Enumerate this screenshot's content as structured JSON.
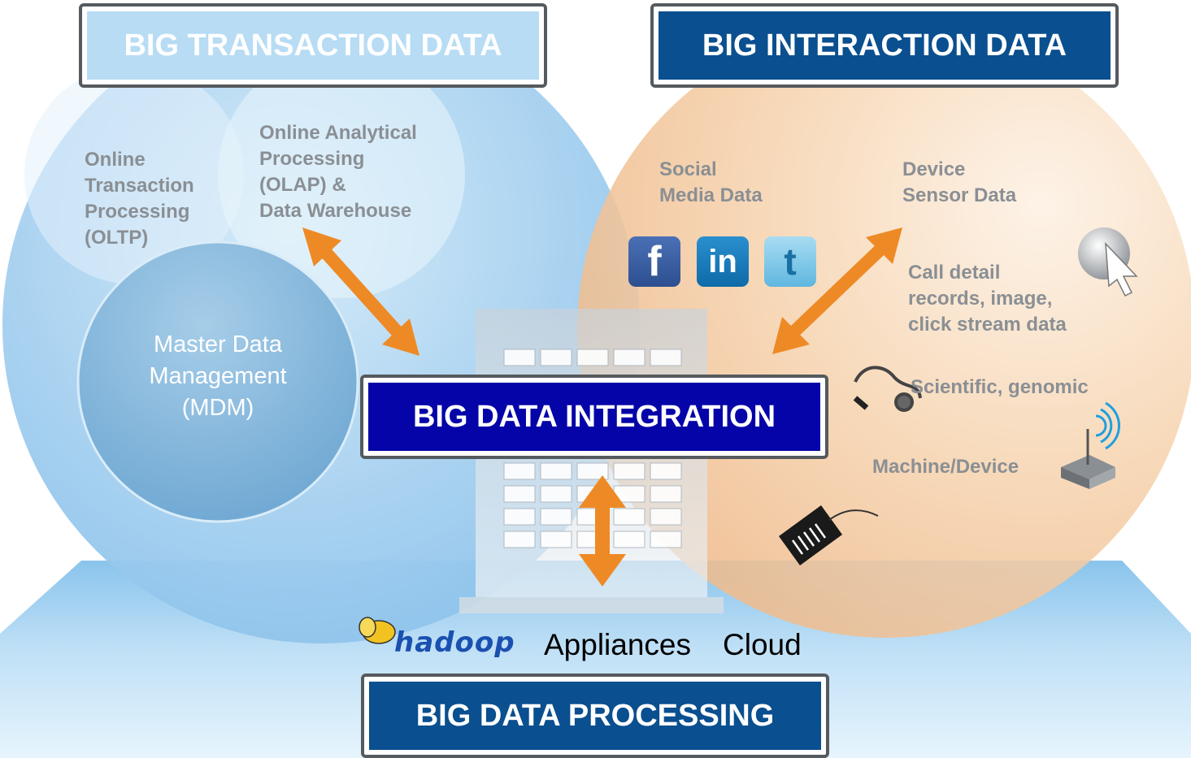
{
  "transaction": {
    "title": "BIG TRANSACTION DATA",
    "oltp": [
      "Online",
      "Transaction",
      "Processing",
      "(OLTP)"
    ],
    "olap": [
      "Online Analytical",
      "Processing",
      "(OLAP) &",
      "Data Warehouse"
    ],
    "mdm": [
      "Master Data",
      "Management",
      "(MDM)"
    ]
  },
  "interaction": {
    "title": "BIG INTERACTION DATA",
    "social": [
      "Social",
      "Media Data"
    ],
    "device": [
      "Device",
      "Sensor Data"
    ],
    "calls": [
      "Call detail",
      "records, image,",
      "click stream data"
    ],
    "scientific": "Scientific, genomic",
    "machine": "Machine/Device"
  },
  "integration": {
    "title": "BIG DATA INTEGRATION"
  },
  "processing": {
    "title": "BIG DATA PROCESSING",
    "hadoop": "hadoop",
    "appliances": "Appliances",
    "cloud": "Cloud"
  },
  "social_icons": {
    "facebook": "f",
    "linkedin": "in",
    "twitter": "t"
  },
  "colors": {
    "dark_box": "#0a4f8f",
    "light_box": "#b7dcf4",
    "integration_box": "#0404a8",
    "arrow": "#ee8a25",
    "gray_text": "#8a8f94"
  }
}
